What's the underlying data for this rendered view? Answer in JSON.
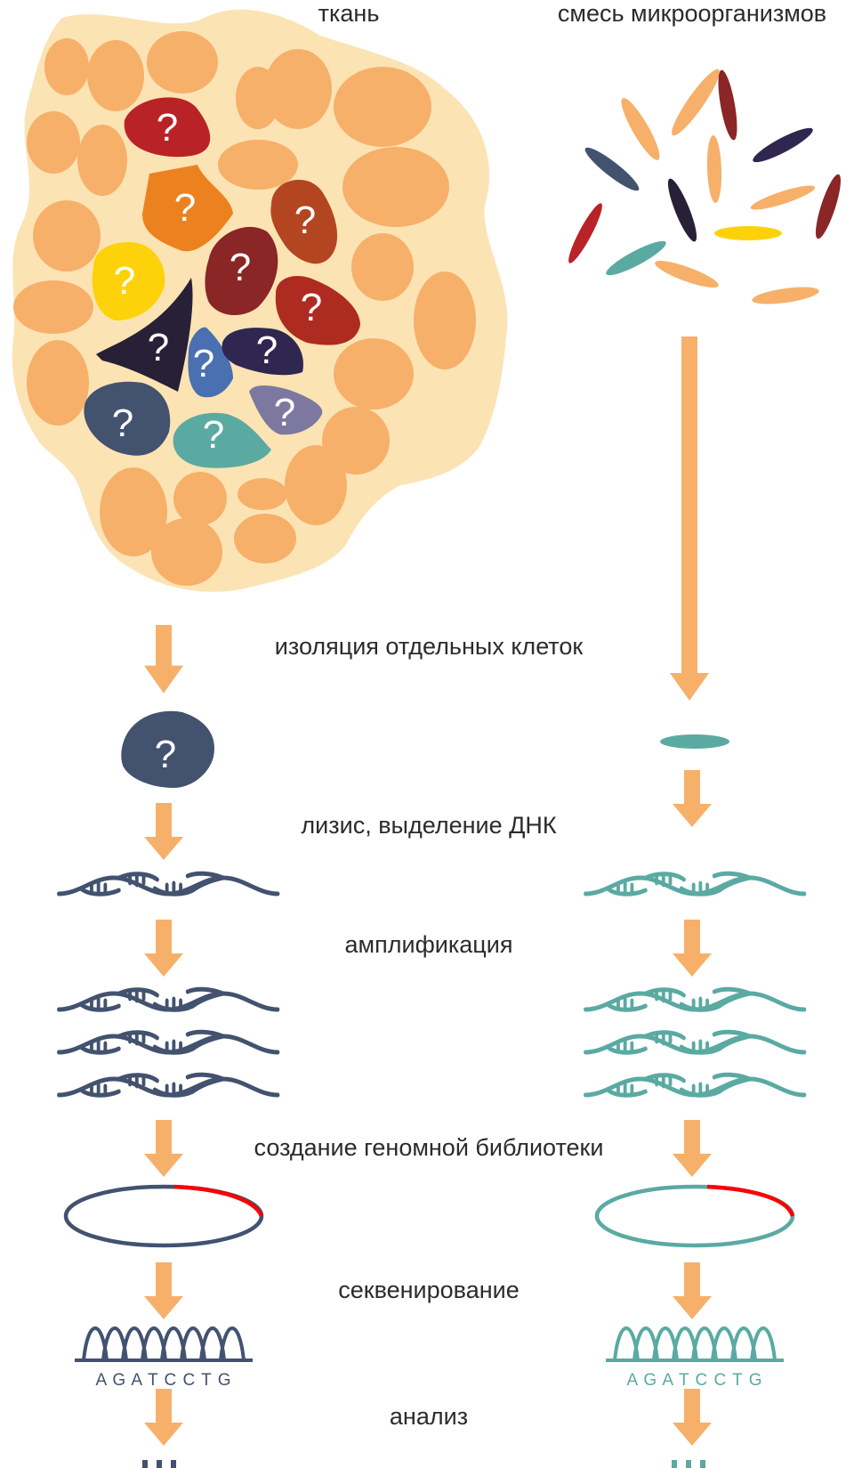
{
  "headers": {
    "tissue": "ткань",
    "microbes": "смесь микроорганизмов"
  },
  "steps": [
    {
      "id": "isolation",
      "label": "изоляция отдельных клеток"
    },
    {
      "id": "lysis",
      "label": "лизис, выделение ДНК"
    },
    {
      "id": "amplification",
      "label": "амплификация"
    },
    {
      "id": "library",
      "label": "создание геномной библиотеки"
    },
    {
      "id": "sequencing",
      "label": "секвенирование"
    },
    {
      "id": "analysis",
      "label": "анализ"
    }
  ],
  "unknown_marker": "?",
  "sequence": {
    "left": "A G A T C C T G",
    "right": "A G A T C C T G"
  },
  "colors": {
    "arrow": "#f6b06a",
    "tissue_bg": "#fce3b4",
    "tissue_cell": "#f6b06a",
    "left_track": "#42526f",
    "right_track": "#5aaaa2",
    "insert_red": "#ff0000",
    "text": "#2b2b2b"
  },
  "target_cells": [
    {
      "name": "red",
      "color": "#b92327"
    },
    {
      "name": "orange",
      "color": "#ec821f"
    },
    {
      "name": "rust",
      "color": "#b44521"
    },
    {
      "name": "yellow",
      "color": "#fed20b"
    },
    {
      "name": "maroon",
      "color": "#8a2626"
    },
    {
      "name": "brick",
      "color": "#ae2b22"
    },
    {
      "name": "black-navy",
      "color": "#272036"
    },
    {
      "name": "blue",
      "color": "#4a70b1"
    },
    {
      "name": "navy",
      "color": "#2f2750"
    },
    {
      "name": "slate",
      "color": "#42526f"
    },
    {
      "name": "teal",
      "color": "#5aaaa2"
    },
    {
      "name": "lavender",
      "color": "#7d78a0"
    }
  ],
  "microbes": [
    {
      "color": "#f6b06a"
    },
    {
      "color": "#f6b06a"
    },
    {
      "color": "#8a2626"
    },
    {
      "color": "#42526f"
    },
    {
      "color": "#f6b06a"
    },
    {
      "color": "#2f2750"
    },
    {
      "color": "#272036"
    },
    {
      "color": "#f6b06a"
    },
    {
      "color": "#8a2626"
    },
    {
      "color": "#b92327"
    },
    {
      "color": "#fed20b"
    },
    {
      "color": "#5aaaa2"
    },
    {
      "color": "#f6b06a"
    },
    {
      "color": "#f6b06a"
    }
  ]
}
